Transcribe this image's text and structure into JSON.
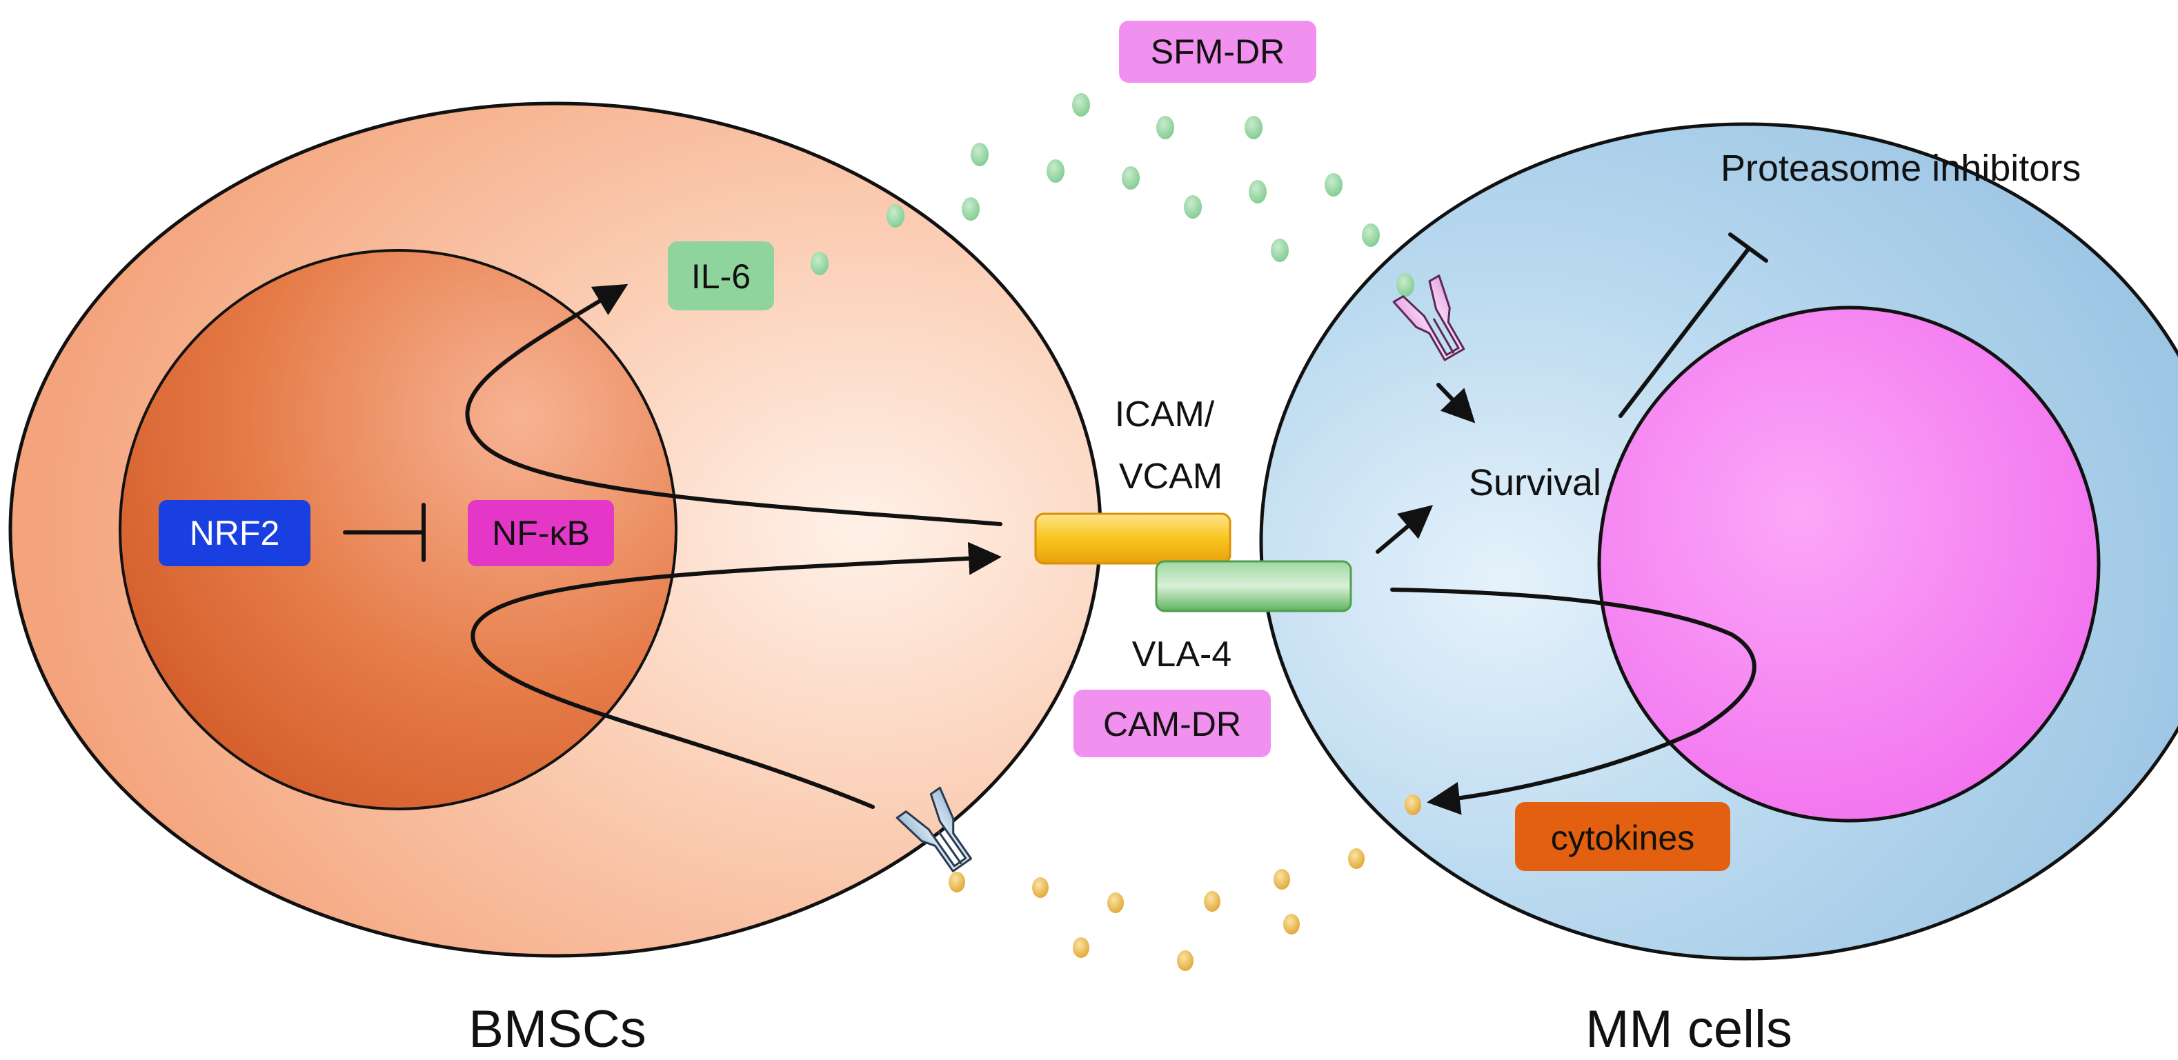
{
  "cells": {
    "left_label": "BMSCs",
    "right_label": "MM cells"
  },
  "boxes": {
    "sfm_dr": "SFM-DR",
    "il6": "IL-6",
    "nrf2": "NRF2",
    "nfkb": "NF-κB",
    "cam_dr": "CAM-DR",
    "cytokines": "cytokines"
  },
  "labels": {
    "icam_line1": "ICAM/",
    "icam_line2": "VCAM",
    "vla4": "VLA-4",
    "survival": "Survival",
    "proteasome": "Proteasome inhibitors"
  },
  "colors": {
    "bmsc_cell": "#f6b08e",
    "bmsc_nucleus": "#d9622e",
    "mm_cell": "#b2d4ec",
    "mm_nucleus": "#f47ef0",
    "nrf2_box": "#1a3fe0",
    "nfkb_box": "#e437c8",
    "sfm_box": "#f190ee",
    "cam_box": "#f190ee",
    "il6_box": "#8fd49c",
    "cytokines_box": "#e2600f",
    "icam_bar": "#f6c21a",
    "vla4_bar": "#5db55f",
    "green_dots": "#8fd49c",
    "yellow_dots": "#e9b43c"
  }
}
